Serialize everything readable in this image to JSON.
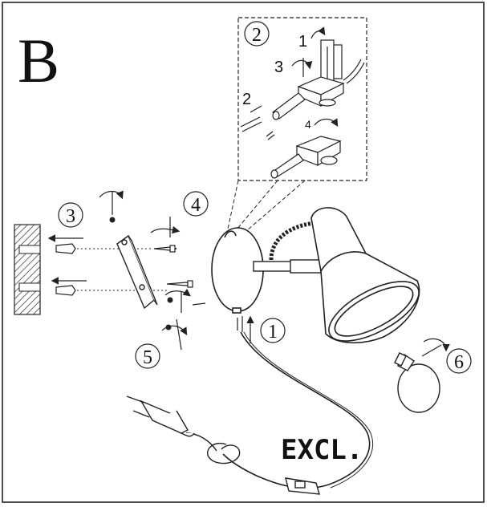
{
  "panel": {
    "letter": "B"
  },
  "steps": {
    "s1": "1",
    "s2": "2",
    "s3": "3",
    "s4": "4",
    "s5": "5",
    "s6": "6"
  },
  "inset": {
    "sub1": "1",
    "sub2": "2",
    "sub3": "3",
    "sub4": "4"
  },
  "note": "EXCL."
}
